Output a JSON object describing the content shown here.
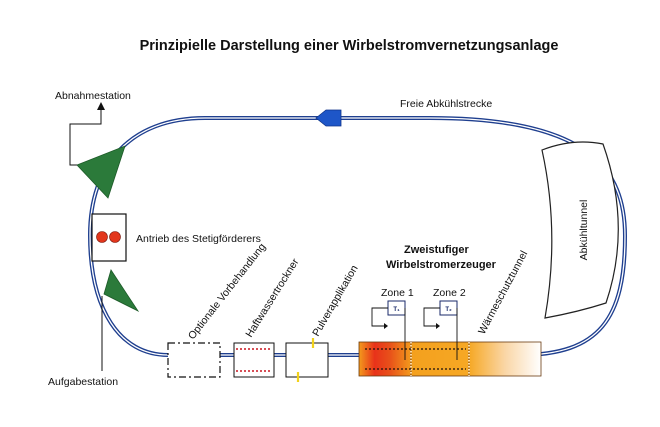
{
  "title": "Prinzipielle Darstellung einer Wirbelstromvernetzungsanlage",
  "labels": {
    "abnahmestation": "Abnahmestation",
    "antrieb": "Antrieb des Stetigförderers",
    "aufgabestation": "Aufgabestation",
    "freie_abkuehlstrecke": "Freie Abkühlstrecke",
    "abkuehltunnel": "Abkühltunnel",
    "generator_line1": "Zweistufiger",
    "generator_line2": "Wirbelstromerzeuger",
    "zone1": "Zone 1",
    "zone2": "Zone 2",
    "t1": "T₁",
    "t2": "T₂",
    "optionale_vorbehandlung": "Optionale Vorbehandlung",
    "haftwassertrockner": "Haftwassertrockner",
    "pulverapplikation": "Pulverapplikation",
    "waermeschutztunnel": "Wärmeschutztunnel"
  },
  "colors": {
    "conveyor": "#1f3f8f",
    "arrow_blue": "#1e56c8",
    "station_green": "#2b7a3a",
    "drive_red": "#e2361c",
    "zone_orange": "#f6a21e",
    "zone1_core": "#e8321a",
    "dots_red": "#c9141e",
    "t_box": "#1a2a6a",
    "yellow_mark": "#f2d21a"
  }
}
